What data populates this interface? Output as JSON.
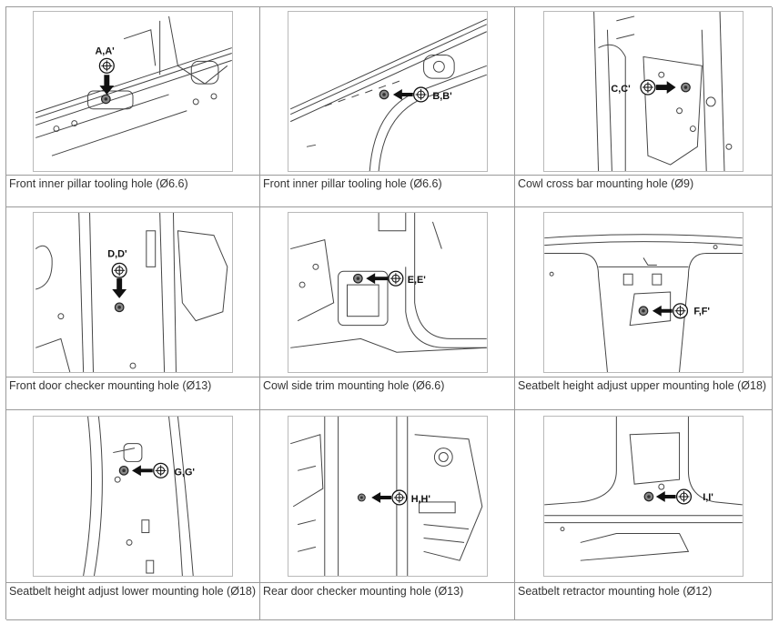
{
  "figures": [
    {
      "callout": "A,A'",
      "caption": "Front inner pillar tooling hole (Ø6.6)"
    },
    {
      "callout": "B,B'",
      "caption": "Front inner pillar tooling hole (Ø6.6)"
    },
    {
      "callout": "C,C'",
      "caption": "Cowl cross bar mounting hole (Ø9)"
    },
    {
      "callout": "D,D'",
      "caption": "Front door checker mounting hole (Ø13)"
    },
    {
      "callout": "E,E'",
      "caption": "Cowl side trim mounting hole (Ø6.6)"
    },
    {
      "callout": "F,F'",
      "caption": "Seatbelt height adjust upper mounting hole (Ø18)"
    },
    {
      "callout": "G,G'",
      "caption": "Seatbelt height adjust lower mounting hole (Ø18)"
    },
    {
      "callout": "H,H'",
      "caption": "Rear door checker mounting hole (Ø13)"
    },
    {
      "callout": "I,I'",
      "caption": "Seatbelt retractor mounting hole (Ø12)"
    }
  ]
}
